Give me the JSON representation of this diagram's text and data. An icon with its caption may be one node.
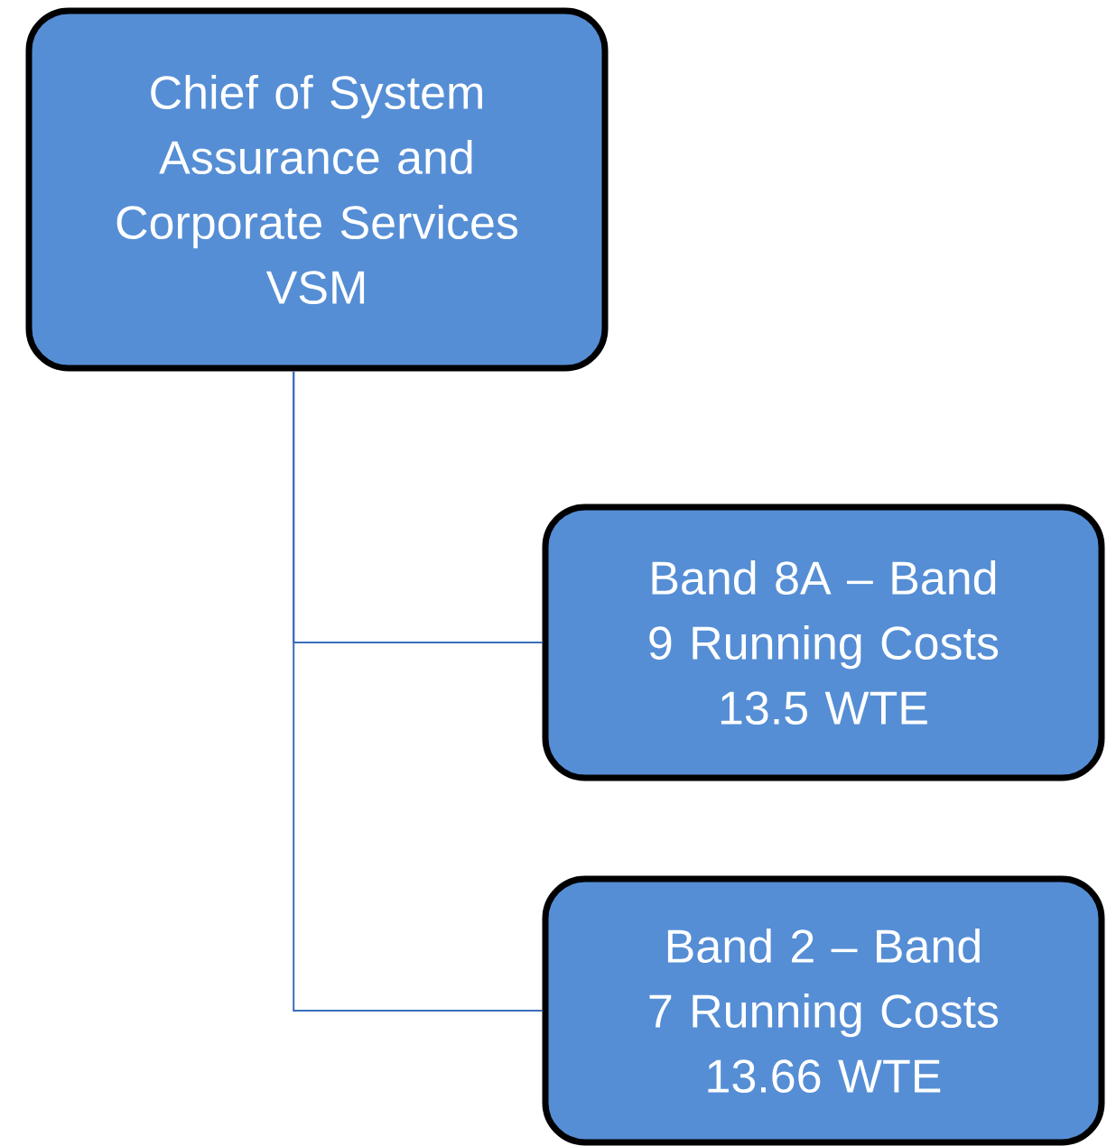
{
  "diagram": {
    "nodes": [
      {
        "text": [
          "Chief of System Assurance and Corporate Services",
          "VSM"
        ]
      },
      {
        "text": [
          "Band 8A – Band 9 Running Costs",
          "13.5 WTE"
        ]
      },
      {
        "text": [
          "Band 2 – Band 7 Running Costs",
          "13.66 WTE"
        ]
      }
    ],
    "edges": [
      {
        "from": 0,
        "to": 1,
        "arrow": "none"
      },
      {
        "from": 0,
        "to": 2,
        "arrow": "none"
      }
    ]
  }
}
